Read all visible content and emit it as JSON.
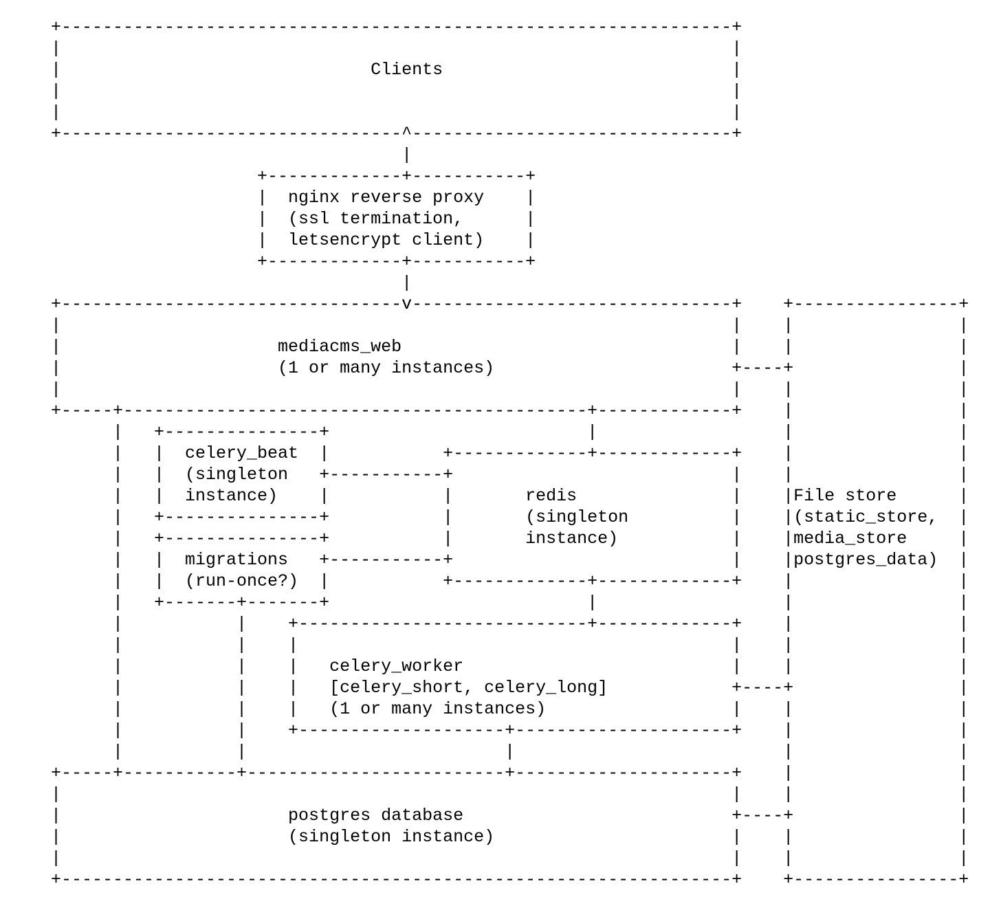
{
  "page": {
    "background_color": "#ffffff",
    "text_color": "#000000"
  },
  "diagram": {
    "components": [
      {
        "name": "clients",
        "lines": [
          "Clients"
        ]
      },
      {
        "name": "nginx",
        "lines": [
          "nginx reverse proxy",
          "(ssl termination,",
          "letsencrypt client)"
        ]
      },
      {
        "name": "mediacms_web",
        "lines": [
          "mediacms_web",
          "(1 or many instances)"
        ]
      },
      {
        "name": "celery_beat",
        "lines": [
          "celery_beat",
          "(singleton",
          "instance)"
        ]
      },
      {
        "name": "migrations",
        "lines": [
          "migrations",
          "(run-once?)"
        ]
      },
      {
        "name": "redis",
        "lines": [
          "redis",
          "(singleton",
          "instance)"
        ]
      },
      {
        "name": "celery_worker",
        "lines": [
          "celery_worker",
          "[celery_short, celery_long]",
          "(1 or many instances)"
        ]
      },
      {
        "name": "postgres",
        "lines": [
          "postgres database",
          "(singleton instance)"
        ]
      },
      {
        "name": "file_store",
        "lines": [
          "File store",
          "(static_store,",
          "media_store",
          "postgres_data)"
        ]
      }
    ],
    "lines": [
      [
        "+",
        [
          65,
          "-"
        ],
        "+"
      ],
      [
        "|",
        [
          65,
          " "
        ],
        "|"
      ],
      [
        "|",
        [
          30,
          " "
        ],
        "Clients",
        [
          28,
          " "
        ],
        "|"
      ],
      [
        "|",
        [
          65,
          " "
        ],
        "|"
      ],
      [
        "|",
        [
          65,
          " "
        ],
        "|"
      ],
      [
        "+",
        [
          33,
          "-"
        ],
        "^",
        [
          31,
          "-"
        ],
        "+"
      ],
      [
        [
          34,
          " "
        ],
        "|"
      ],
      [
        [
          20,
          " "
        ],
        "+",
        [
          13,
          "-"
        ],
        "+",
        [
          11,
          "-"
        ],
        "+"
      ],
      [
        [
          20,
          " "
        ],
        "|",
        [
          2,
          " "
        ],
        "nginx reverse proxy",
        [
          4,
          " "
        ],
        "|"
      ],
      [
        [
          20,
          " "
        ],
        "|",
        [
          2,
          " "
        ],
        "(ssl termination,",
        [
          6,
          " "
        ],
        "|"
      ],
      [
        [
          20,
          " "
        ],
        "|",
        [
          2,
          " "
        ],
        "letsencrypt client)",
        [
          4,
          " "
        ],
        "|"
      ],
      [
        [
          20,
          " "
        ],
        "+",
        [
          13,
          "-"
        ],
        "+",
        [
          11,
          "-"
        ],
        "+"
      ],
      [
        [
          34,
          " "
        ],
        "|"
      ],
      [
        "+",
        [
          33,
          "-"
        ],
        "v",
        [
          31,
          "-"
        ],
        "+",
        [
          4,
          " "
        ],
        "+",
        [
          16,
          "-"
        ],
        "+"
      ],
      [
        "|",
        [
          65,
          " "
        ],
        "|",
        [
          4,
          " "
        ],
        "|",
        [
          16,
          " "
        ],
        "|"
      ],
      [
        "|",
        [
          21,
          " "
        ],
        "mediacms_web",
        [
          32,
          " "
        ],
        "|",
        [
          4,
          " "
        ],
        "|",
        [
          16,
          " "
        ],
        "|"
      ],
      [
        "|",
        [
          21,
          " "
        ],
        "(1 or many instances)",
        [
          23,
          " "
        ],
        "+",
        [
          4,
          "-"
        ],
        "+",
        [
          16,
          " "
        ],
        "|"
      ],
      [
        "|",
        [
          65,
          " "
        ],
        "|",
        [
          4,
          " "
        ],
        "|",
        [
          16,
          " "
        ],
        "|"
      ],
      [
        "+",
        [
          5,
          "-"
        ],
        "+",
        [
          45,
          "-"
        ],
        "+",
        [
          13,
          "-"
        ],
        "+",
        [
          4,
          " "
        ],
        "|",
        [
          16,
          " "
        ],
        "|"
      ],
      [
        [
          6,
          " "
        ],
        "|",
        [
          3,
          " "
        ],
        "+",
        [
          15,
          "-"
        ],
        "+",
        [
          25,
          " "
        ],
        "|",
        [
          18,
          " "
        ],
        "|",
        [
          16,
          " "
        ],
        "|"
      ],
      [
        [
          6,
          " "
        ],
        "|",
        [
          3,
          " "
        ],
        "|",
        [
          2,
          " "
        ],
        "celery_beat",
        [
          2,
          " "
        ],
        "|",
        [
          11,
          " "
        ],
        "+",
        [
          13,
          "-"
        ],
        "+",
        [
          13,
          "-"
        ],
        "+",
        [
          4,
          " "
        ],
        "|",
        [
          16,
          " "
        ],
        "|"
      ],
      [
        [
          6,
          " "
        ],
        "|",
        [
          3,
          " "
        ],
        "|",
        [
          2,
          " "
        ],
        "(singleton",
        [
          3,
          " "
        ],
        "+",
        [
          11,
          "-"
        ],
        "+",
        [
          27,
          " "
        ],
        "|",
        [
          4,
          " "
        ],
        "|",
        [
          16,
          " "
        ],
        "|"
      ],
      [
        [
          6,
          " "
        ],
        "|",
        [
          3,
          " "
        ],
        "|",
        [
          2,
          " "
        ],
        "instance)",
        [
          4,
          " "
        ],
        "|",
        [
          11,
          " "
        ],
        "|",
        [
          7,
          " "
        ],
        "redis",
        [
          15,
          " "
        ],
        "|",
        [
          4,
          " "
        ],
        "|",
        "File store",
        [
          6,
          " "
        ],
        "|"
      ],
      [
        [
          6,
          " "
        ],
        "|",
        [
          3,
          " "
        ],
        "+",
        [
          15,
          "-"
        ],
        "+",
        [
          11,
          " "
        ],
        "|",
        [
          7,
          " "
        ],
        "(singleton",
        [
          10,
          " "
        ],
        "|",
        [
          4,
          " "
        ],
        "|",
        "(static_store,",
        [
          2,
          " "
        ],
        "|"
      ],
      [
        [
          6,
          " "
        ],
        "|",
        [
          3,
          " "
        ],
        "+",
        [
          15,
          "-"
        ],
        "+",
        [
          11,
          " "
        ],
        "|",
        [
          7,
          " "
        ],
        "instance)",
        [
          11,
          " "
        ],
        "|",
        [
          4,
          " "
        ],
        "|",
        "media_store",
        [
          5,
          " "
        ],
        "|"
      ],
      [
        [
          6,
          " "
        ],
        "|",
        [
          3,
          " "
        ],
        "|",
        [
          2,
          " "
        ],
        "migrations",
        [
          3,
          " "
        ],
        "+",
        [
          11,
          "-"
        ],
        "+",
        [
          27,
          " "
        ],
        "|",
        [
          4,
          " "
        ],
        "|",
        "postgres_data)",
        [
          2,
          " "
        ],
        "|"
      ],
      [
        [
          6,
          " "
        ],
        "|",
        [
          3,
          " "
        ],
        "|",
        [
          2,
          " "
        ],
        "(run-once?)",
        [
          2,
          " "
        ],
        "|",
        [
          11,
          " "
        ],
        "+",
        [
          13,
          "-"
        ],
        "+",
        [
          13,
          "-"
        ],
        "+",
        [
          4,
          " "
        ],
        "|",
        [
          16,
          " "
        ],
        "|"
      ],
      [
        [
          6,
          " "
        ],
        "|",
        [
          3,
          " "
        ],
        "+",
        [
          7,
          "-"
        ],
        "+",
        [
          7,
          "-"
        ],
        "+",
        [
          25,
          " "
        ],
        "|",
        [
          18,
          " "
        ],
        "|",
        [
          16,
          " "
        ],
        "|"
      ],
      [
        [
          6,
          " "
        ],
        "|",
        [
          11,
          " "
        ],
        "|",
        [
          4,
          " "
        ],
        "+",
        [
          28,
          "-"
        ],
        "+",
        [
          13,
          "-"
        ],
        "+",
        [
          4,
          " "
        ],
        "|",
        [
          16,
          " "
        ],
        "|"
      ],
      [
        [
          6,
          " "
        ],
        "|",
        [
          11,
          " "
        ],
        "|",
        [
          4,
          " "
        ],
        "|",
        [
          42,
          " "
        ],
        "|",
        [
          4,
          " "
        ],
        "|",
        [
          16,
          " "
        ],
        "|"
      ],
      [
        [
          6,
          " "
        ],
        "|",
        [
          11,
          " "
        ],
        "|",
        [
          4,
          " "
        ],
        "|",
        [
          3,
          " "
        ],
        "celery_worker",
        [
          26,
          " "
        ],
        "|",
        [
          4,
          " "
        ],
        "|",
        [
          16,
          " "
        ],
        "|"
      ],
      [
        [
          6,
          " "
        ],
        "|",
        [
          11,
          " "
        ],
        "|",
        [
          4,
          " "
        ],
        "|",
        [
          3,
          " "
        ],
        "[celery_short, celery_long]",
        [
          12,
          " "
        ],
        "+",
        [
          4,
          "-"
        ],
        "+",
        [
          16,
          " "
        ],
        "|"
      ],
      [
        [
          6,
          " "
        ],
        "|",
        [
          11,
          " "
        ],
        "|",
        [
          4,
          " "
        ],
        "|",
        [
          3,
          " "
        ],
        "(1 or many instances)",
        [
          18,
          " "
        ],
        "|",
        [
          4,
          " "
        ],
        "|",
        [
          16,
          " "
        ],
        "|"
      ],
      [
        [
          6,
          " "
        ],
        "|",
        [
          11,
          " "
        ],
        "|",
        [
          4,
          " "
        ],
        "+",
        [
          20,
          "-"
        ],
        "+",
        [
          21,
          "-"
        ],
        "+",
        [
          4,
          " "
        ],
        "|",
        [
          16,
          " "
        ],
        "|"
      ],
      [
        [
          6,
          " "
        ],
        "|",
        [
          11,
          " "
        ],
        "|",
        [
          25,
          " "
        ],
        "|",
        [
          26,
          " "
        ],
        "|",
        [
          16,
          " "
        ],
        "|"
      ],
      [
        "+",
        [
          5,
          "-"
        ],
        "+",
        [
          11,
          "-"
        ],
        "+",
        [
          25,
          "-"
        ],
        "+",
        [
          21,
          "-"
        ],
        "+",
        [
          4,
          " "
        ],
        "|",
        [
          16,
          " "
        ],
        "|"
      ],
      [
        "|",
        [
          65,
          " "
        ],
        "|",
        [
          4,
          " "
        ],
        "|",
        [
          16,
          " "
        ],
        "|"
      ],
      [
        "|",
        [
          22,
          " "
        ],
        "postgres database",
        [
          26,
          " "
        ],
        "+",
        [
          4,
          "-"
        ],
        "+",
        [
          16,
          " "
        ],
        "|"
      ],
      [
        "|",
        [
          22,
          " "
        ],
        "(singleton instance)",
        [
          23,
          " "
        ],
        "|",
        [
          4,
          " "
        ],
        "|",
        [
          16,
          " "
        ],
        "|"
      ],
      [
        "|",
        [
          65,
          " "
        ],
        "|",
        [
          4,
          " "
        ],
        "|",
        [
          16,
          " "
        ],
        "|"
      ],
      [
        "+",
        [
          65,
          "-"
        ],
        "+",
        [
          4,
          " "
        ],
        "+",
        [
          16,
          "-"
        ],
        "+"
      ]
    ]
  }
}
